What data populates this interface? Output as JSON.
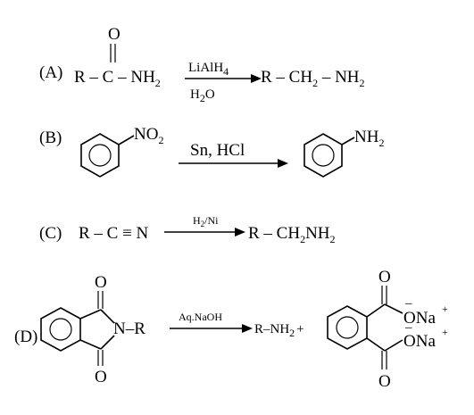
{
  "reactions": {
    "A": {
      "label": "(A)",
      "reactant_left": "R – C – NH",
      "reactant_o": "O",
      "reactant_sub": "2",
      "reagent_top": "LiAlH",
      "reagent_top_sub": "4",
      "reagent_bottom_h": "H",
      "reagent_bottom_sub": "2",
      "reagent_bottom_o": "O",
      "product": "R – CH",
      "product_sub": "2",
      "product_tail": " – NH",
      "product_tail_sub": "2"
    },
    "B": {
      "label": "(B)",
      "reactant_group": "NO",
      "reactant_group_sub": "2",
      "reagent": "Sn, HCl",
      "product_group": "NH",
      "product_group_sub": "2"
    },
    "C": {
      "label": "(C)",
      "reactant": "R – C ≡ N",
      "reagent": "H",
      "reagent_sub": "2",
      "reagent_tail": "/Ni",
      "product": "R – CH",
      "product_sub": "2",
      "product_tail": "NH",
      "product_tail_sub": "2"
    },
    "D": {
      "label": "(D)",
      "imide_o_top": "O",
      "imide_o_bottom": "O",
      "imide_n": "N–R",
      "reagent": "Aq.NaOH",
      "product_amine": "R–NH",
      "product_amine_sub": "2",
      "plus": "+",
      "salt_o_top": "O",
      "salt_o_bottom": "O",
      "salt_ona_1": "ONa",
      "salt_ona_2": "ONa",
      "charge_minus": "–",
      "charge_plus": "+"
    }
  }
}
